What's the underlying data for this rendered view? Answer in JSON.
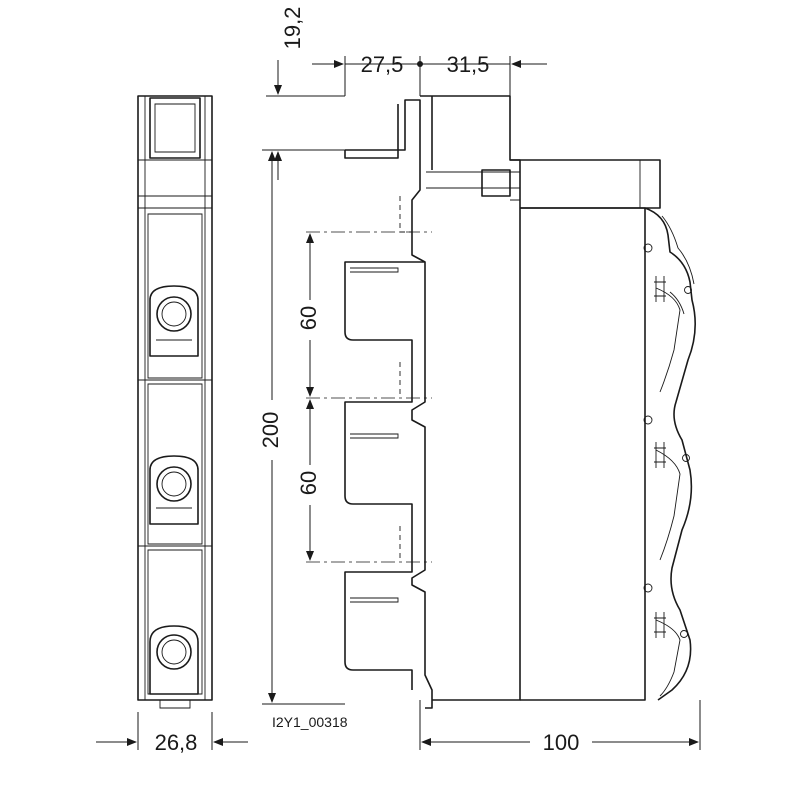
{
  "drawing": {
    "reference": "I2Y1_00318",
    "dimensions": {
      "top_offset": "19,2",
      "top_left": "27,5",
      "top_right": "31,5",
      "height": "200",
      "pitch_upper": "60",
      "pitch_lower": "60",
      "width_front": "26,8",
      "depth": "100"
    }
  }
}
